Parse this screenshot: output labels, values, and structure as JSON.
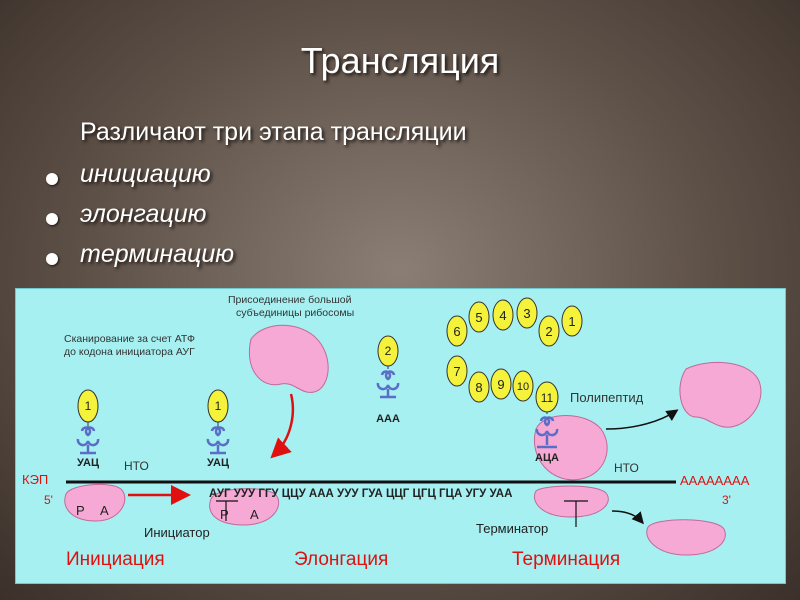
{
  "slide": {
    "title": "Трансляция",
    "intro": "Различают три этапа трансляции",
    "stages": [
      "инициацию",
      "элонгацию",
      "терминацию"
    ]
  },
  "diagram": {
    "scan_note_1": "Сканирование за счет АТФ",
    "scan_note_2": "до кодона инициатора АУГ",
    "join_note_1": "Присоединение большой",
    "join_note_2": "субъединицы рибосомы",
    "polypeptide": "Полипептид",
    "cap": "КЭП",
    "five_prime": "5'",
    "three_prime": "3'",
    "nto_left": "НТО",
    "nto_right": "НТО",
    "polya": "АААААААА",
    "mrna_sequence": "АУГ УУУ ГГУ ЦЦУ ААА УУУ ГУА ЦЦГ ЦГЦ ГЦА УГУ УАА",
    "anticodon_1": "УАЦ",
    "anticodon_2": "УАЦ",
    "anticodon_3": "ААА",
    "anticodon_4": "АЦА",
    "trna_1_num": "1",
    "trna_2_num": "1",
    "trna_3_num": "2",
    "trna_4_num": "11",
    "site_p1": "Р",
    "site_a1": "А",
    "site_p2": "Р",
    "site_a2": "А",
    "initiator": "Инициатор",
    "terminator": "Терминатор",
    "phase_initiation": "Инициация",
    "phase_elongation": "Элонгация",
    "phase_termination": "Терминация",
    "chain": [
      "1",
      "2",
      "3",
      "4",
      "5",
      "6",
      "7",
      "8",
      "9",
      "10"
    ]
  },
  "colors": {
    "panel_bg": "#a6f0f2",
    "ribosome": "#f6a9d4",
    "trna_ball": "#f4f23a",
    "trna_body": "#5a6ec8",
    "arrow_red": "#e01010",
    "phase_label": "#e01010",
    "mrna_line": "#111111"
  }
}
